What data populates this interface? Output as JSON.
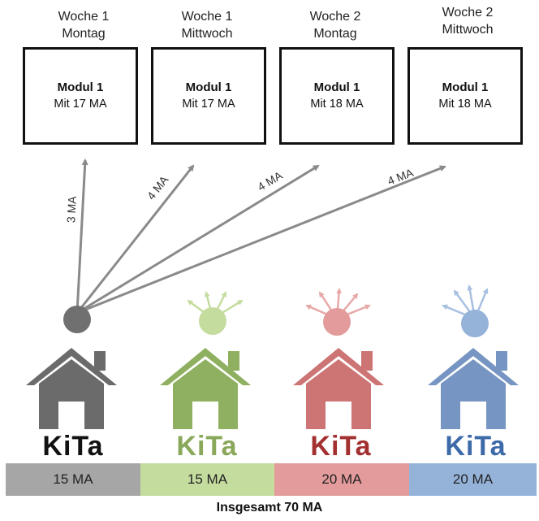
{
  "sessions": [
    {
      "label_line1": "Woche 1",
      "label_line2": "Montag",
      "module": "Modul 1",
      "count": "Mit 17 MA"
    },
    {
      "label_line1": "Woche 1",
      "label_line2": "Mittwoch",
      "module": "Modul 1",
      "count": "Mit 17 MA"
    },
    {
      "label_line1": "Woche 2",
      "label_line2": "Montag",
      "module": "Modul 1",
      "count": "Mit 18 MA"
    },
    {
      "label_line1": "Woche 2",
      "label_line2": "Mittwoch",
      "module": "Modul 1",
      "count": "Mit 18 MA"
    }
  ],
  "arrows": [
    {
      "label": "3 MA"
    },
    {
      "label": "4 MA"
    },
    {
      "label": "4 MA"
    },
    {
      "label": "4 MA"
    }
  ],
  "kitas": [
    {
      "name": "KiTa",
      "staff": "15 MA",
      "color": "#6b6b6b",
      "bar_color": "#a6a6a6"
    },
    {
      "name": "KiTa",
      "staff": "15 MA",
      "color": "#8aa85a",
      "bar_color": "#c5dc9f"
    },
    {
      "name": "KiTa",
      "staff": "20 MA",
      "color": "#b03a3a",
      "bar_color": "#e39b9b"
    },
    {
      "name": "KiTa",
      "staff": "20 MA",
      "color": "#3d6aa8",
      "bar_color": "#95b3d9"
    }
  ],
  "total": "Insgesamt 70 MA"
}
